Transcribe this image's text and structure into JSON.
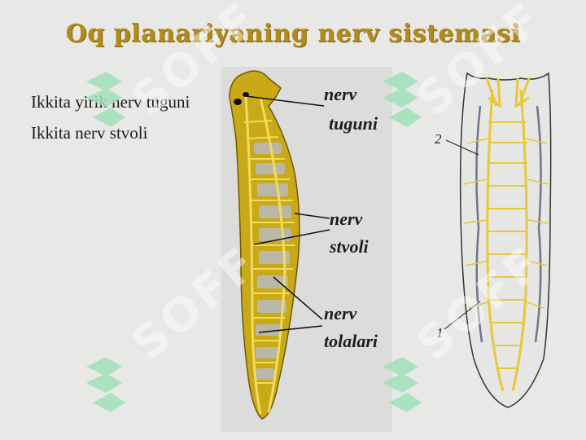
{
  "slide": {
    "title": "Oq planariyaning nerv sistemasi",
    "bullets": [
      "Ikkita yirik nerv tuguni",
      "Ikkita nerv stvoli"
    ]
  },
  "diagram": {
    "labels": {
      "ganglion": [
        "nerv",
        "tuguni"
      ],
      "trunk": [
        "nerv",
        "stvoli"
      ],
      "fibers": [
        "nerv",
        "tolalari"
      ],
      "num2": "2",
      "num1": "1"
    }
  },
  "watermark": {
    "text": "SOFF"
  },
  "colors": {
    "background": "#e8e8e6",
    "title": "#b08a1c",
    "nerve": "#e6c93a",
    "body_fill": "#c8a81a",
    "watermark_logo": "#9fe0b8"
  }
}
